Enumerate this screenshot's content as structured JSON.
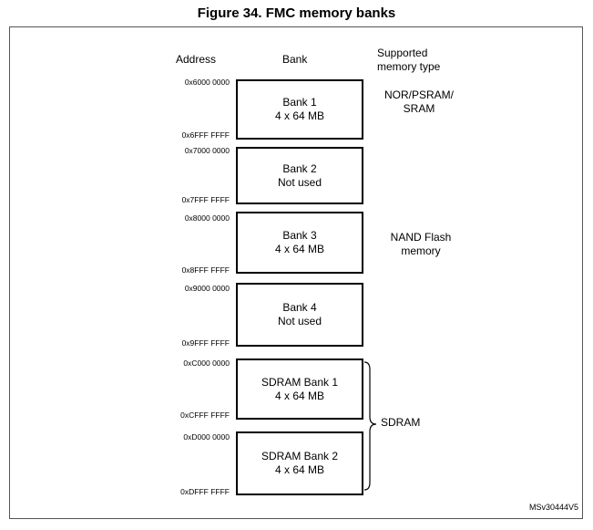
{
  "title": "Figure 34. FMC memory banks",
  "headers": {
    "address": "Address",
    "bank": "Bank",
    "memory_type_line1": "Supported",
    "memory_type_line2": "memory type"
  },
  "banks": [
    {
      "start": "0x6000 0000",
      "end": "0x6FFF FFFF",
      "name": "Bank 1",
      "size": "4 x 64 MB"
    },
    {
      "start": "0x7000 0000",
      "end": "0x7FFF FFFF",
      "name": "Bank 2",
      "size": "Not used"
    },
    {
      "start": "0x8000 0000",
      "end": "0x8FFF FFFF",
      "name": "Bank 3",
      "size": "4 x 64 MB"
    },
    {
      "start": "0x9000 0000",
      "end": "0x9FFF FFFF",
      "name": "Bank 4",
      "size": "Not used"
    },
    {
      "start": "0xC000 0000",
      "end": "0xCFFF FFFF",
      "name": "SDRAM Bank 1",
      "size": "4 x 64 MB"
    },
    {
      "start": "0xD000 0000",
      "end": "0xDFFF FFFF",
      "name": "SDRAM Bank 2",
      "size": "4 x 64 MB"
    }
  ],
  "memory_types": {
    "nor_line1": "NOR/PSRAM/",
    "nor_line2": "SRAM",
    "nand_line1": "NAND Flash",
    "nand_line2": "memory",
    "sdram": "SDRAM"
  },
  "figure_code": "MSv30444V5"
}
